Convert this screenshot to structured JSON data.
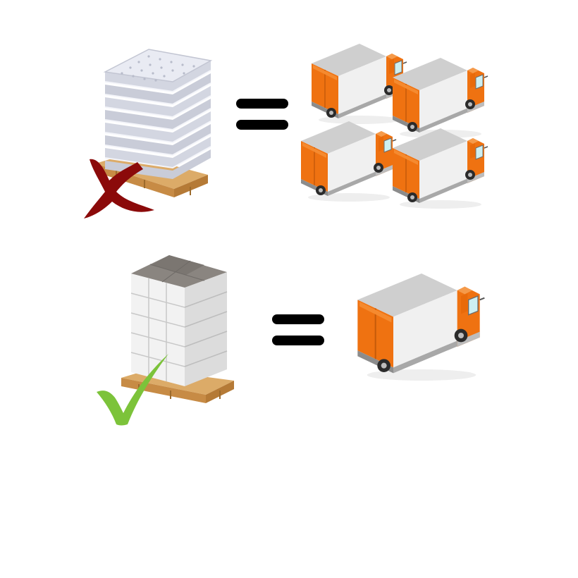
{
  "comparisons": [
    {
      "id": "uncompressed",
      "pallet": "mattress-stack",
      "verdict": "cross",
      "verdict_color": "#8b0a0a",
      "equals_color": "#000000",
      "trucks": 4,
      "truck_colors": {
        "cab": "#ef7211",
        "box": "#e2e2e2",
        "chassis": "#9a9a9a"
      }
    },
    {
      "id": "compressed",
      "pallet": "box-stack",
      "verdict": "check",
      "verdict_color": "#7cc33a",
      "equals_color": "#000000",
      "trucks": 1,
      "truck_colors": {
        "cab": "#ef7211",
        "box": "#e2e2e2",
        "chassis": "#9a9a9a"
      }
    }
  ]
}
